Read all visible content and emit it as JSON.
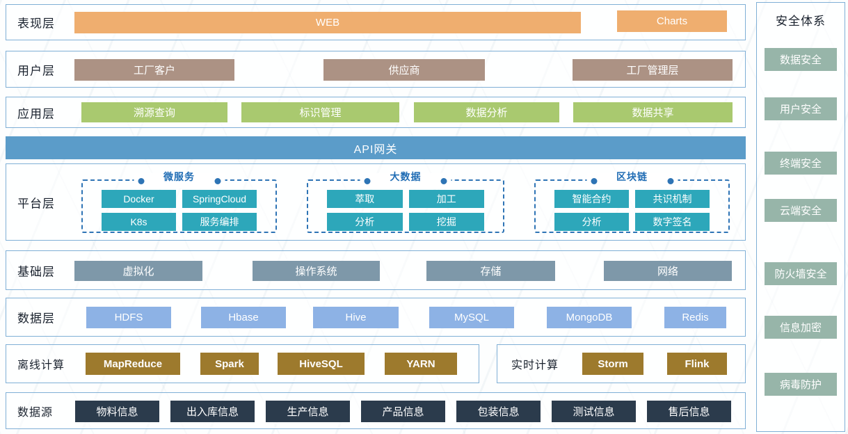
{
  "layers": {
    "presentation": {
      "label": "表现层",
      "items": [
        "WEB",
        "Charts"
      ]
    },
    "user": {
      "label": "用户层",
      "items": [
        "工厂客户",
        "供应商",
        "工厂管理层"
      ]
    },
    "application": {
      "label": "应用层",
      "items": [
        "溯源查询",
        "标识管理",
        "数据分析",
        "数据共享"
      ]
    },
    "gateway": {
      "label": "API网关"
    },
    "platform": {
      "label": "平台层",
      "groups": [
        {
          "title": "微服务",
          "items": [
            "Docker",
            "SpringCloud",
            "K8s",
            "服务编排"
          ]
        },
        {
          "title": "大数据",
          "items": [
            "萃取",
            "加工",
            "分析",
            "挖掘"
          ]
        },
        {
          "title": "区块链",
          "items": [
            "智能合约",
            "共识机制",
            "分析",
            "数字签名"
          ]
        }
      ]
    },
    "infrastructure": {
      "label": "基础层",
      "items": [
        "虚拟化",
        "操作系统",
        "存储",
        "网络"
      ]
    },
    "data": {
      "label": "数据层",
      "items": [
        "HDFS",
        "Hbase",
        "Hive",
        "MySQL",
        "MongoDB",
        "Redis"
      ]
    },
    "offline": {
      "label": "离线计算",
      "items": [
        "MapReduce",
        "Spark",
        "HiveSQL",
        "YARN"
      ]
    },
    "realtime": {
      "label": "实时计算",
      "items": [
        "Storm",
        "Flink"
      ]
    },
    "source": {
      "label": "数据源",
      "items": [
        "物料信息",
        "出入库信息",
        "生产信息",
        "产品信息",
        "包装信息",
        "测试信息",
        "售后信息"
      ]
    }
  },
  "sidebar": {
    "title": "安全体系",
    "items": [
      "数据安全",
      "用户安全",
      "终端安全",
      "云端安全",
      "防火墙安全",
      "信息加密",
      "病毒防护"
    ]
  },
  "colors": {
    "orange": "#EFAE6F",
    "taupe": "#AC9284",
    "app_green": "#A9C96F",
    "api_blue": "#5B9CC9",
    "teal": "#2DA7BA",
    "slate": "#7E98A9",
    "light_blue": "#8DB2E5",
    "gold": "#9D7A2D",
    "navy": "#2B3B4C",
    "sb_green": "#97B5A9",
    "row_border": "#7FAFD6",
    "dash_blue": "#2E74B5",
    "group_label": "#1F6CB4",
    "label_dark": "#1A222E"
  }
}
